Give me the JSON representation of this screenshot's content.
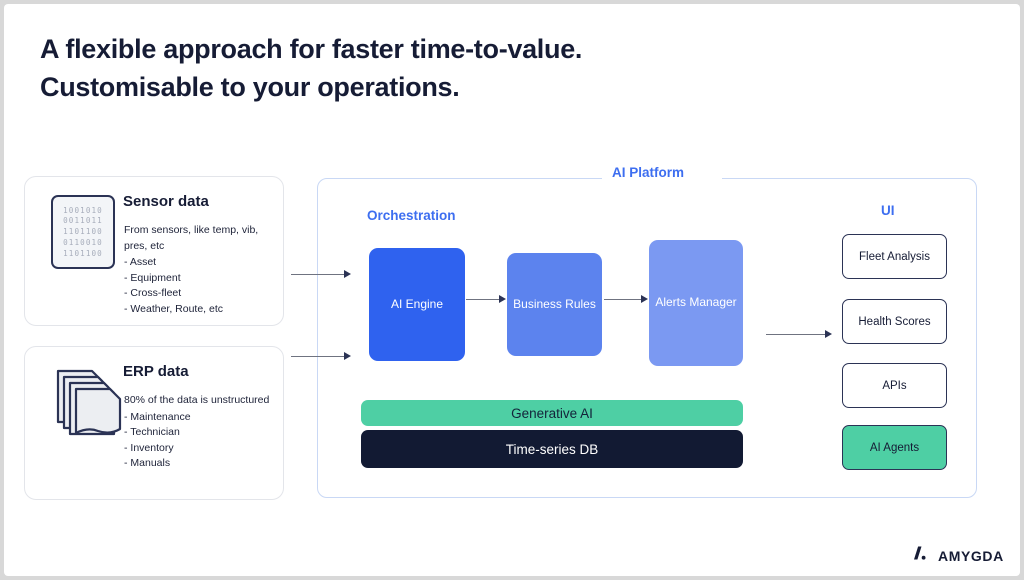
{
  "headline": {
    "line1": "A flexible approach for faster time-to-value.",
    "line2": "Customisable to your operations."
  },
  "sources": [
    {
      "id": "sensor",
      "title": "Sensor data",
      "lead": "From sensors, like temp, vib, pres, etc",
      "items": [
        "- Asset",
        "- Equipment",
        "- Cross-fleet",
        "- Weather, Route, etc"
      ],
      "icon": "binary-chip-icon",
      "binary_rows": [
        "1001010",
        "0011011",
        "1101100",
        "0110010",
        "1101100"
      ]
    },
    {
      "id": "erp",
      "title": "ERP data",
      "lead": "80% of the data is unstructured",
      "items": [
        "- Maintenance",
        "- Technician",
        "- Inventory",
        "- Manuals"
      ],
      "icon": "stacked-documents-icon"
    }
  ],
  "platform": {
    "title": "AI Platform",
    "orchestration_title": "Orchestration",
    "process_boxes": [
      {
        "id": "ai-engine",
        "label": "AI Engine",
        "color": "#2F62EF"
      },
      {
        "id": "business-rules",
        "label": "Business Rules",
        "color": "#5C83EE"
      },
      {
        "id": "alerts-manager",
        "label": "Alerts Manager",
        "color": "#7B99F2"
      }
    ],
    "stack_bars": [
      {
        "id": "genai",
        "label": "Generative AI",
        "color": "#4ECFA4"
      },
      {
        "id": "tsdb",
        "label": "Time-series DB",
        "color": "#121A33"
      }
    ]
  },
  "ui_column": {
    "title": "UI",
    "items": [
      {
        "id": "fleet",
        "label": "Fleet Analysis",
        "highlighted": false
      },
      {
        "id": "health",
        "label": "Health Scores",
        "highlighted": false
      },
      {
        "id": "apis",
        "label": "APIs",
        "highlighted": false
      },
      {
        "id": "agents",
        "label": "AI Agents",
        "highlighted": true
      }
    ]
  },
  "brand": {
    "name": "AMYGDA",
    "mark": "slash-dot-logo-icon"
  },
  "colors": {
    "accent_blue": "#3D6EF0",
    "engine_blue": "#2F62EF",
    "rules_blue": "#5C83EE",
    "alerts_blue": "#7B99F2",
    "green": "#4ECFA4",
    "navy": "#121A33",
    "ink": "#161C35",
    "panel_border": "#C9D8F5"
  }
}
